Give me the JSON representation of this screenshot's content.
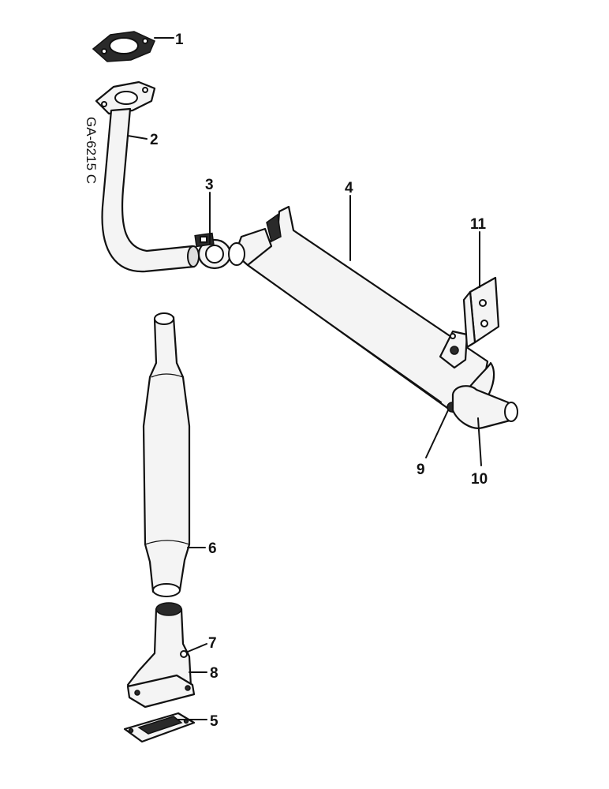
{
  "drawing_code": "GA-6215 C",
  "callouts": [
    {
      "id": "1",
      "label": "1"
    },
    {
      "id": "2",
      "label": "2"
    },
    {
      "id": "3",
      "label": "3"
    },
    {
      "id": "4",
      "label": "4"
    },
    {
      "id": "5",
      "label": "5"
    },
    {
      "id": "6",
      "label": "6"
    },
    {
      "id": "7",
      "label": "7"
    },
    {
      "id": "8",
      "label": "8"
    },
    {
      "id": "9",
      "label": "9"
    },
    {
      "id": "10",
      "label": "10"
    },
    {
      "id": "11",
      "label": "11"
    }
  ],
  "colors": {
    "ink": "#111111",
    "paper": "#ffffff"
  }
}
